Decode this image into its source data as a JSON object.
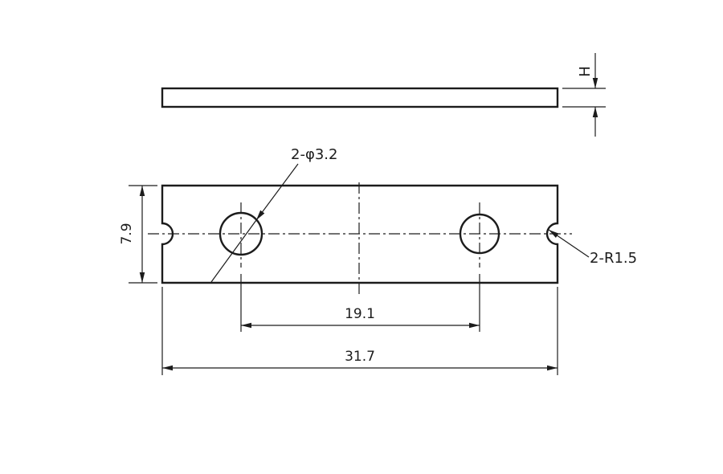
{
  "drawing": {
    "labels": {
      "thickness": "H",
      "holes_callout": "2-φ3.2",
      "notch_callout": "2-R1.5",
      "height_dim": "7.9",
      "hole_spacing_dim": "19.1",
      "overall_width_dim": "31.7"
    },
    "colors": {
      "line": "#1c1c1c",
      "background": "#ffffff"
    }
  }
}
